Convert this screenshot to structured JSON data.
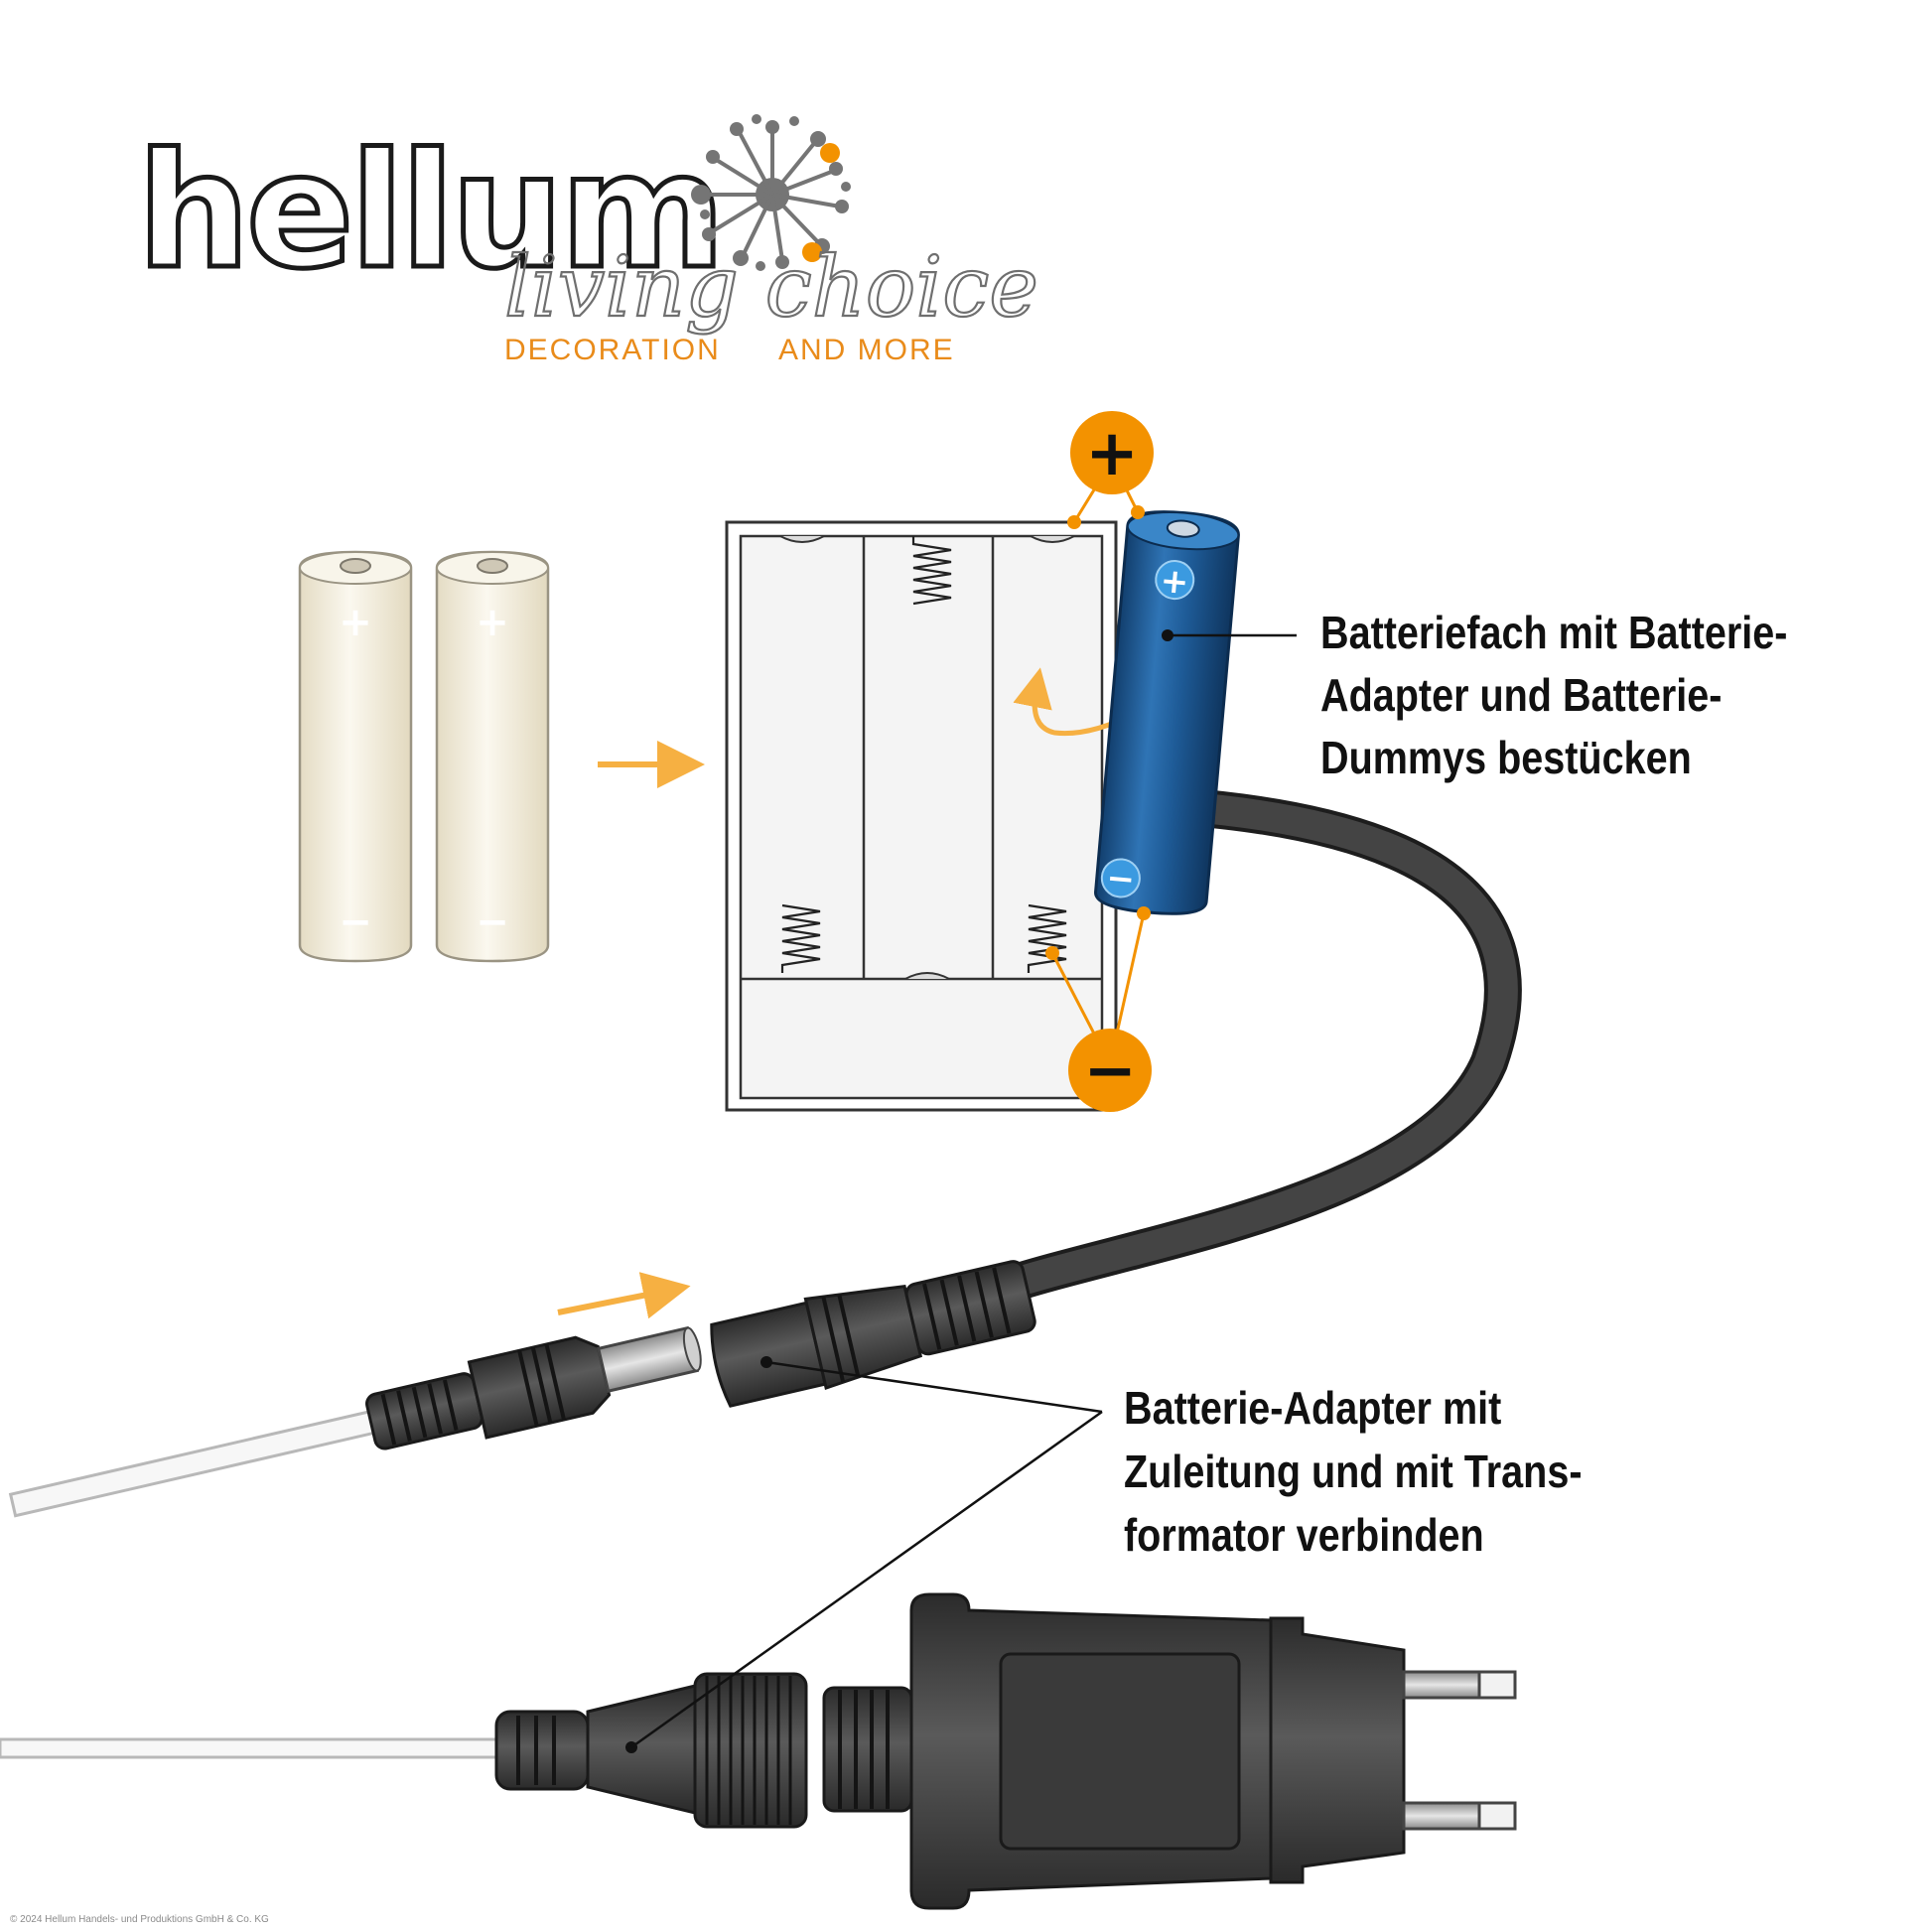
{
  "logo": {
    "brand": "hellum",
    "script": "living choice",
    "tagline_left": "DECORATION",
    "tagline_right": "AND MORE"
  },
  "battery_symbols": {
    "plus": "+",
    "minus": "−"
  },
  "callouts": {
    "battery_box": [
      "Batteriefach mit Batterie-",
      "Adapter und Batterie-",
      "Dummys bestücken"
    ],
    "adapter": [
      "Batterie-Adapter mit",
      "Zuleitung und mit Trans-",
      "formator verbinden"
    ]
  },
  "copyright": "© 2024 Hellum Handels- und Produktions GmbH & Co. KG",
  "colors": {
    "accent_orange": "#f39200",
    "arrow_orange": "#f6b042",
    "battery_blue": "#1f5f9c",
    "dummy_cream": "#f3efe0",
    "device_dark": "#3c3c3c"
  }
}
